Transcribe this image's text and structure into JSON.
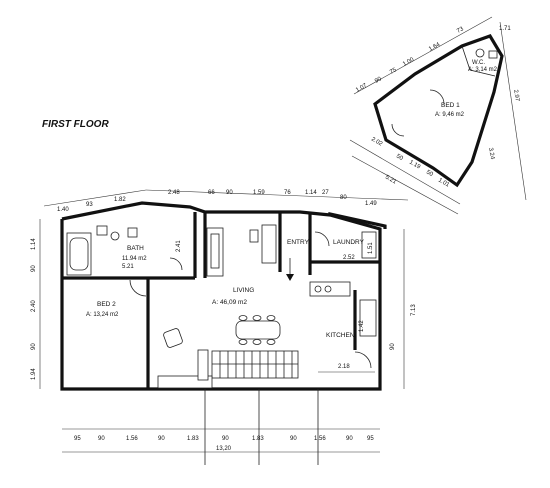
{
  "title": "FIRST FLOOR",
  "rooms": {
    "bath": {
      "name": "BATH",
      "area": "11.94 m2",
      "width": "5.21",
      "depth": "2.41"
    },
    "bed2": {
      "name": "BED 2",
      "area": "A: 13,24 m2"
    },
    "living": {
      "name": "LIVING",
      "area": "A: 46,09 m2"
    },
    "entry": {
      "name": "ENTRY"
    },
    "laundry": {
      "name": "LAUNDRY",
      "width": "2.52",
      "depth": "1.51"
    },
    "kitchen": {
      "name": "KITCHEN",
      "width": "2.18",
      "depth": "1.42"
    },
    "bed1": {
      "name": "BED 1",
      "area": "A: 9,46 m2"
    },
    "wc": {
      "name": "W.C.",
      "area": "A: 3,14 m2"
    }
  },
  "dims": {
    "top_row1": [
      "1.40",
      "93",
      "1.82",
      "2.48",
      "66",
      "90",
      "1.59",
      "76",
      "1.14",
      "27",
      "80",
      "1.49"
    ],
    "bottom_row": [
      "95",
      "90",
      "1.56",
      "90",
      "1.83",
      "90",
      "1.83",
      "90",
      "1.56",
      "90",
      "95"
    ],
    "bottom_total": "13,20",
    "left": [
      "1.14",
      "90",
      "2.40",
      "90",
      "1.94"
    ],
    "right_total": "7.13",
    "right_inner": "90",
    "annex_top": [
      "1.07",
      "90",
      "75",
      "1.00",
      "1.64",
      "73",
      "1.71"
    ],
    "annex_right": [
      "2.97",
      "3.24"
    ],
    "annex_bottom": [
      "2.02",
      "50",
      "1.19",
      "50",
      "1.01"
    ],
    "annex_total": "5.21"
  }
}
